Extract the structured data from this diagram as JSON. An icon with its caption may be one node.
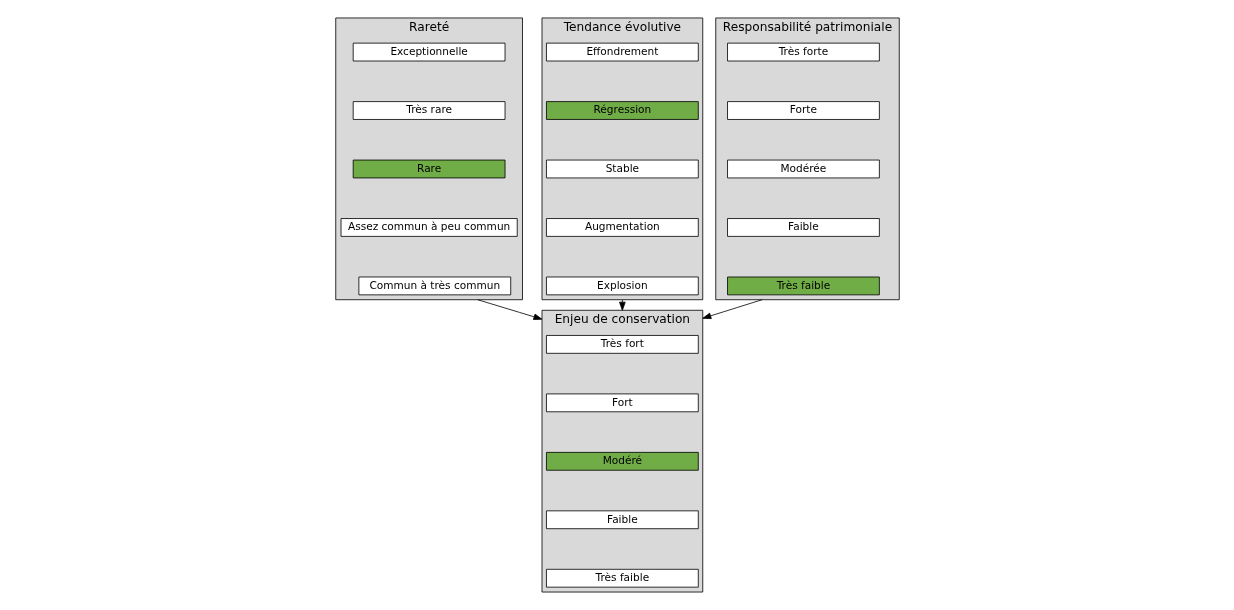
{
  "diagram": {
    "nodes": [
      {
        "text": [
          "Rareté"
        ]
      },
      {
        "text": [
          "Exceptionnelle"
        ],
        "in": 0
      },
      {
        "text": [
          "Très rare"
        ],
        "in": 0
      },
      {
        "text": [
          "Rare"
        ],
        "in": 0
      },
      {
        "text": [
          "Assez commun à peu commun"
        ],
        "in": 0
      },
      {
        "text": [
          "Commun à très commun"
        ],
        "in": 0
      },
      {
        "text": [
          "Tendance évolutive"
        ]
      },
      {
        "text": [
          "Effondrement"
        ],
        "in": 6
      },
      {
        "text": [
          "Régression"
        ],
        "in": 6
      },
      {
        "text": [
          "Stable"
        ],
        "in": 6
      },
      {
        "text": [
          "Augmentation"
        ],
        "in": 6
      },
      {
        "text": [
          "Explosion"
        ],
        "in": 6
      },
      {
        "text": [
          "Responsabilité patrimoniale"
        ]
      },
      {
        "text": [
          "Très forte"
        ],
        "in": 12
      },
      {
        "text": [
          "Forte"
        ],
        "in": 12
      },
      {
        "text": [
          "Modérée"
        ],
        "in": 12
      },
      {
        "text": [
          "Faible"
        ],
        "in": 12
      },
      {
        "text": [
          "Très faible"
        ],
        "in": 12
      },
      {
        "text": [
          "Enjeu de conservation"
        ]
      },
      {
        "text": [
          "Très fort"
        ],
        "in": 18
      },
      {
        "text": [
          "Fort"
        ],
        "in": 18
      },
      {
        "text": [
          "Modéré"
        ],
        "in": 18
      },
      {
        "text": [
          "Faible"
        ],
        "in": 18
      },
      {
        "text": [
          "Très faible"
        ],
        "in": 18
      }
    ],
    "edges": [
      {
        "from": 0,
        "to": 18,
        "arrow": "to"
      },
      {
        "from": 6,
        "to": 18,
        "arrow": "to"
      },
      {
        "from": 12,
        "to": 18,
        "arrow": "to"
      }
    ]
  }
}
